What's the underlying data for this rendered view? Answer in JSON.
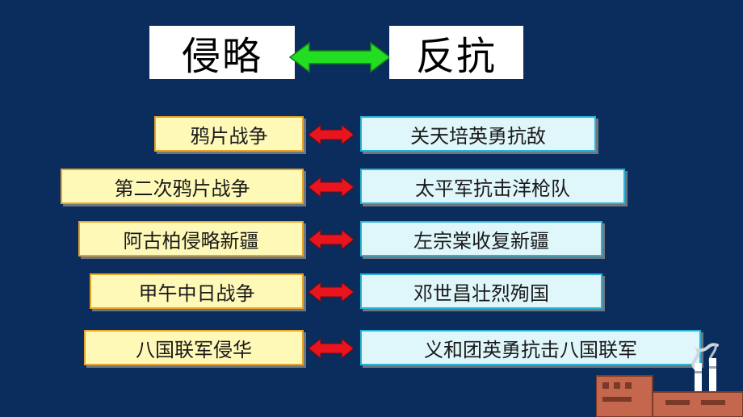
{
  "header": {
    "left_label": "侵略",
    "right_label": "反抗"
  },
  "rows": [
    {
      "invasion": "鸦片战争",
      "resistance": "关天培英勇抗敌"
    },
    {
      "invasion": "第二次鸦片战争",
      "resistance": "太平军抗击洋枪队"
    },
    {
      "invasion": "阿古柏侵略新疆",
      "resistance": "左宗棠收复新疆"
    },
    {
      "invasion": "甲午中日战争",
      "resistance": "邓世昌壮烈殉国"
    },
    {
      "invasion": "八国联军侵华",
      "resistance": "义和团英勇抗击八国联军"
    }
  ],
  "colors": {
    "background": "#0a2d5e",
    "invader_fill": "#fff9b8",
    "resister_fill": "#dff6fb",
    "double_arrow_header": "#22dd22",
    "double_arrow_rows": "#e8141e"
  },
  "icons": {
    "header_arrow": "green-double-arrow-icon",
    "row_arrow": "red-double-arrow-icon",
    "decoration": "factory-icon"
  }
}
